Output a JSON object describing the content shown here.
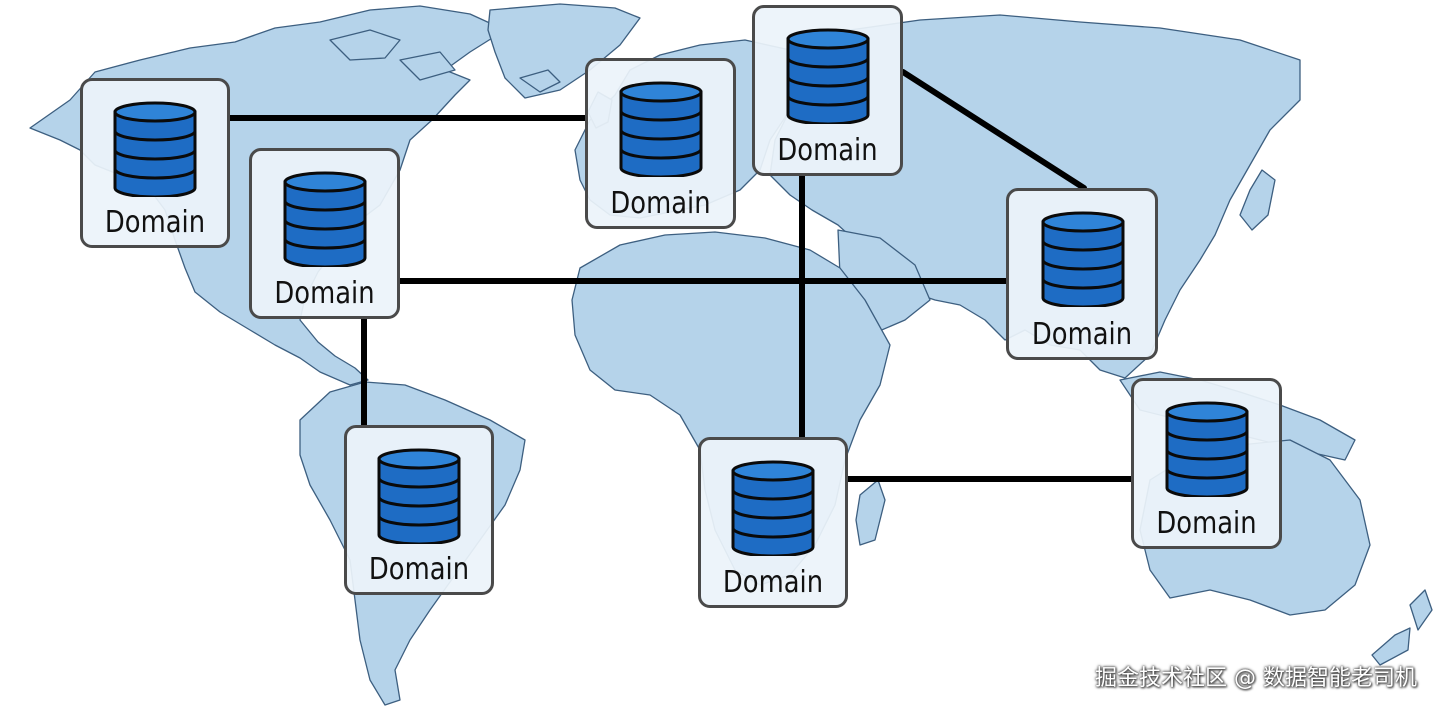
{
  "diagram": {
    "nodes": [
      {
        "id": "north-america-west",
        "label": "Domain"
      },
      {
        "id": "north-america-east",
        "label": "Domain"
      },
      {
        "id": "western-europe",
        "label": "Domain"
      },
      {
        "id": "eastern-europe",
        "label": "Domain"
      },
      {
        "id": "asia",
        "label": "Domain"
      },
      {
        "id": "south-america",
        "label": "Domain"
      },
      {
        "id": "africa",
        "label": "Domain"
      },
      {
        "id": "australia",
        "label": "Domain"
      }
    ],
    "connections": [
      [
        "north-america-west",
        "western-europe"
      ],
      [
        "north-america-east",
        "asia"
      ],
      [
        "north-america-east",
        "south-america"
      ],
      [
        "eastern-europe",
        "asia"
      ],
      [
        "eastern-europe",
        "africa"
      ],
      [
        "africa",
        "australia"
      ]
    ]
  },
  "watermark": "掘金技术社区 @ 数据智能老司机",
  "colors": {
    "land": "#b5d3ea",
    "land_border": "#3d5f80",
    "db_fill": "#1e6cc4",
    "db_stroke": "#0a0a0a",
    "node_border": "#4a4a4a",
    "connector": "#000000"
  }
}
